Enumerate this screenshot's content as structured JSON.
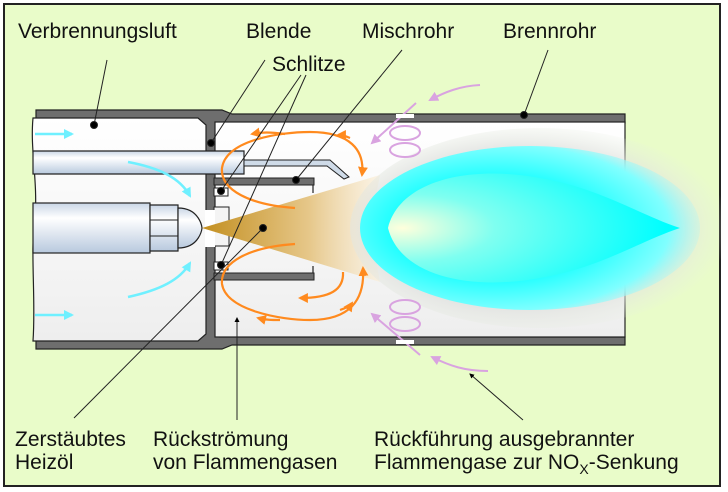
{
  "labels": {
    "verbrennungsluft": "Verbrennungsluft",
    "blende": "Blende",
    "mischrohr": "Mischrohr",
    "brennrohr": "Brennrohr",
    "schlitze": "Schlitze",
    "zerstaeubtes_line1": "Zerstäubtes",
    "zerstaeubtes_line2": "Heizöl",
    "rueckstroemung_line1": "Rückströmung",
    "rueckstroemung_line2": "von Flammengasen",
    "rueckfuehrung_line1": "Rückführung ausgebrannter",
    "rueckfuehrung_line2_a": "Flammengase zur NO",
    "rueckfuehrung_line2_sub": "X",
    "rueckfuehrung_line2_b": "-Senkung"
  },
  "colors": {
    "background": "#e9fcc9",
    "wall": "#6e6e6e",
    "air_arrow": "#6ff0ff",
    "recirculation": "#ff8a1e",
    "flue_gas": "#d9a3e0",
    "flame": "#00ffff",
    "oil_spray": "#c8962e"
  }
}
